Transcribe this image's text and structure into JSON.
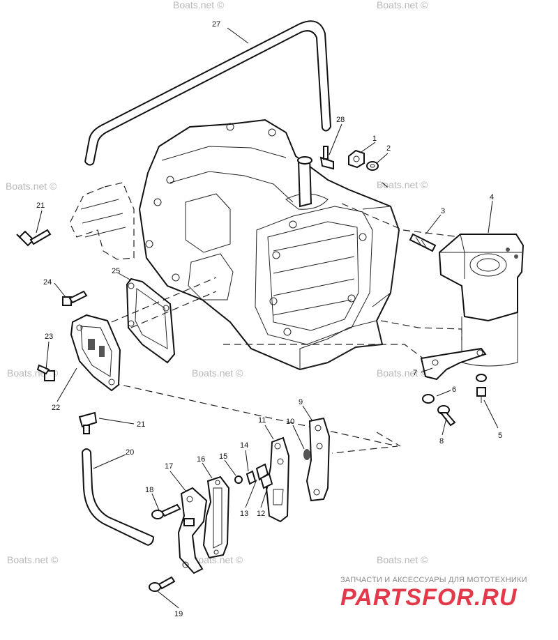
{
  "watermark": "Boats.net ©",
  "logo": {
    "tagline": "ЗАПЧАСТИ И АКСЕССУАРЫ ДЛЯ МОТОТЕХНИКИ",
    "text": "PARTSFOR.RU",
    "color": "#e23a4a"
  },
  "callouts": {
    "c1": "1",
    "c2": "2",
    "c3": "3",
    "c4": "4",
    "c5": "5",
    "c6": "6",
    "c7": "7",
    "c8": "8",
    "c9": "9",
    "c10": "10",
    "c11": "11",
    "c12": "12",
    "c13": "13",
    "c14": "14",
    "c15": "15",
    "c16": "16",
    "c17": "17",
    "c18": "18",
    "c19": "19",
    "c20": "20",
    "c21a": "21",
    "c21b": "21",
    "c22": "22",
    "c23": "23",
    "c24": "24",
    "c25": "25",
    "c27": "27",
    "c28": "28"
  }
}
